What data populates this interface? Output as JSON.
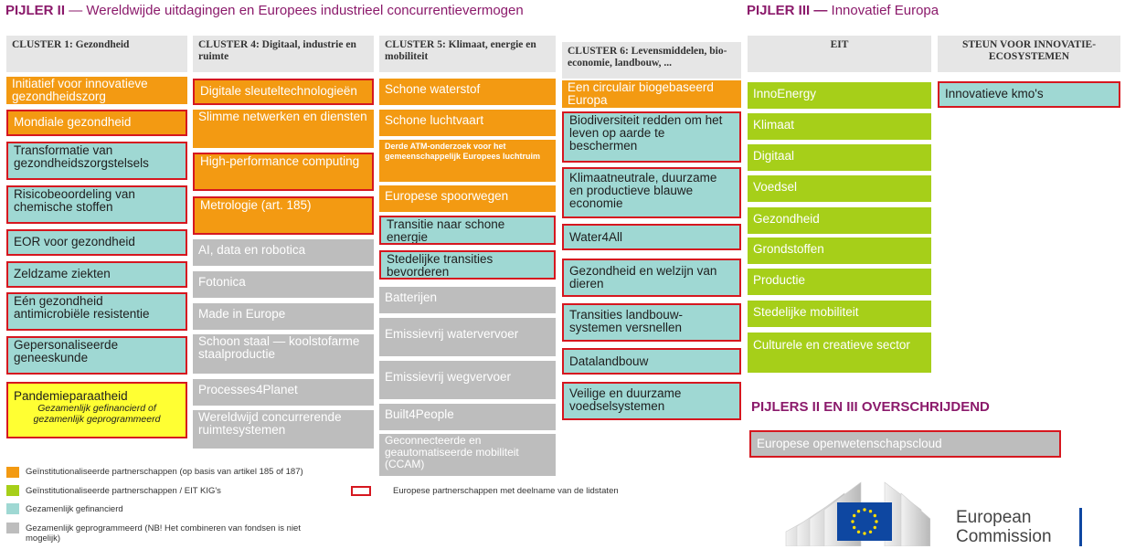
{
  "titles": {
    "p2_bold": "PIJLER II",
    "p2_rest": " — Wereldwijde uitdagingen en Europees industrieel concurrentievermogen",
    "p3_bold": "PIJLER III —",
    "p3_rest": " Innovatief Europa",
    "overarching": "PIJLERS II EN III OVERSCHRIJDEND"
  },
  "headers": {
    "c1": "CLUSTER 1: Gezondheid",
    "c4": "CLUSTER 4: Digitaal, industrie en ruimte",
    "c5": "CLUSTER 5: Klimaat, energie en mobiliteit",
    "c6": "CLUSTER 6: Levensmiddelen, bio-economie, landbouw, ...",
    "eit": "EIT",
    "steun": "STEUN VOOR INNOVATIE-ECOSYSTEMEN"
  },
  "c1": [
    "Initiatief voor innovatieve gezondheidszorg",
    "Mondiale gezondheid",
    "Transformatie van gezondheidszorgstelsels",
    "Risicobeoordeling van chemische stoffen",
    "EOR voor gezondheid",
    "Zeldzame ziekten",
    "Eén gezondheid antimicrobiële resistentie",
    "Gepersonaliseerde geneeskunde",
    "Pandemieparaatheid"
  ],
  "c1_sub": "Gezamenlijk gefinancierd of gezamenlijk geprogrammeerd",
  "c4": [
    "Digitale sleuteltechnologieën",
    "Slimme netwerken en diensten",
    "High-performance computing",
    "Metrologie (art. 185)",
    "AI, data en robotica",
    "Fotonica",
    "Made in Europe",
    "Schoon staal — koolstofarme staalproductie",
    "Processes4Planet",
    "Wereldwijd concurrerende ruimtesystemen"
  ],
  "c5": [
    "Schone waterstof",
    "Schone luchtvaart",
    "Derde ATM-onderzoek voor het gemeenschappelijk Europees luchtruim",
    "Europese spoorwegen",
    "Transitie naar schone energie",
    "Stedelijke transities bevorderen",
    "Batterijen",
    "Emissievrij watervervoer",
    "Emissievrij wegvervoer",
    "Built4People",
    "Geconnecteerde en geautomatiseerde mobiliteit (CCAM)"
  ],
  "c6": [
    "Een circulair biogebaseerd Europa",
    "Biodiversiteit redden om het leven op aarde te beschermen",
    "Klimaatneutrale, duurzame en productieve blauwe economie",
    "Water4All",
    "Gezondheid en welzijn van dieren",
    "Transities landbouw-systemen versnellen",
    "Datalandbouw",
    "Veilige en duurzame voedselsystemen"
  ],
  "eit": [
    "InnoEnergy",
    "Klimaat",
    "Digitaal",
    "Voedsel",
    "Gezondheid",
    "Grondstoffen",
    "Productie",
    "Stedelijke mobiliteit",
    "Culturele en creatieve sector"
  ],
  "steun": [
    "Innovatieve kmo's"
  ],
  "cloud": "Europese openwetenschapscloud",
  "legend": {
    "orange": "Geïnstitutionaliseerde partnerschappen (op basis van artikel 185 of 187)",
    "green": "Geïnstitutionaliseerde partnerschappen / EIT KIG's",
    "teal": "Gezamenlijk gefinancierd",
    "gray": "Gezamenlijk geprogrammeerd (NB! Het combineren van fondsen is niet mogelijk)",
    "red": "Europese partnerschappen met deelname van de lidstaten"
  },
  "logo": {
    "line1": "European",
    "line2": "Commission"
  },
  "colors": {
    "orange": "#f39a12",
    "green": "#a6cf19",
    "teal": "#9fd8d3",
    "gray": "#bdbdbd",
    "yellow": "#ffff33",
    "red_border": "#d6171f",
    "title": "#8b1a6b",
    "eu_blue": "#0e47a1",
    "eu_star": "#ffdd00"
  }
}
